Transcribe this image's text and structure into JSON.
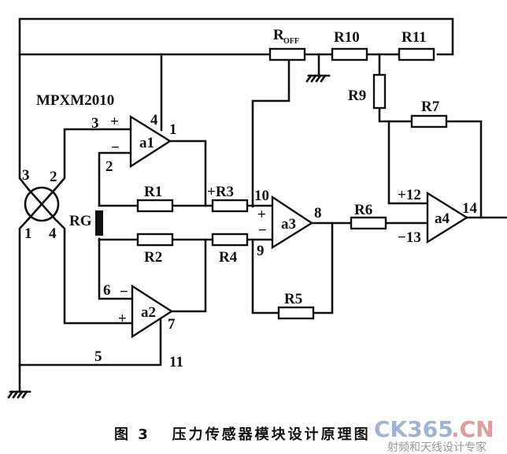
{
  "diagram": {
    "sensor_label": "MPXM2010",
    "gain_resistor_label": "RG",
    "sensor_pins": [
      "3",
      "2",
      "1",
      "4"
    ],
    "supply_pin_labels": {
      "vcc_pin": "4",
      "gnd_pin_5": "5",
      "gnd_pin_11": "11"
    },
    "amplifiers": [
      {
        "name": "a1",
        "plus_pin": "3",
        "minus_pin": "2",
        "out_pin": "1",
        "plus": "+",
        "minus": "−"
      },
      {
        "name": "a2",
        "plus_pin": "",
        "minus_pin": "6",
        "out_pin": "7",
        "plus": "+",
        "minus": "−"
      },
      {
        "name": "a3",
        "plus_pin": "10",
        "minus_pin": "9",
        "out_pin": "8",
        "plus": "+",
        "minus": "−"
      },
      {
        "name": "a4",
        "plus_pin": "+12",
        "minus_pin": "−13",
        "out_pin": "14"
      }
    ],
    "resistors": {
      "r1": "R1",
      "r2": "R2",
      "r3": "+R3",
      "r4": "R4",
      "r5": "R5",
      "r6": "R6",
      "r7": "R7",
      "r9": "R9",
      "r10": "R10",
      "r11": "R11",
      "roff_main": "R",
      "roff_sub": "OFF"
    }
  },
  "caption": "图 3   压力传感器模块设计原理图",
  "watermark": {
    "brand_a": "CK365",
    "brand_b": ".CN",
    "tagline": "射频和天线设计专家"
  }
}
